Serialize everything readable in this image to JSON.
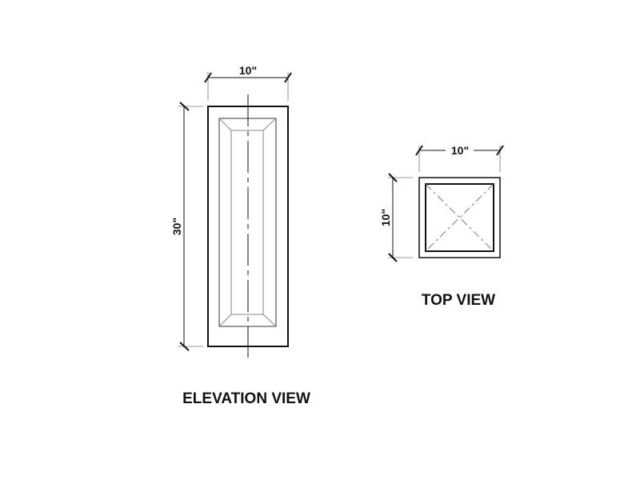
{
  "elevation": {
    "title": "ELEVATION VIEW",
    "width_dim": "10\"",
    "height_dim": "30\""
  },
  "top": {
    "title": "TOP VIEW",
    "width_dim": "10\"",
    "depth_dim": "10\""
  }
}
